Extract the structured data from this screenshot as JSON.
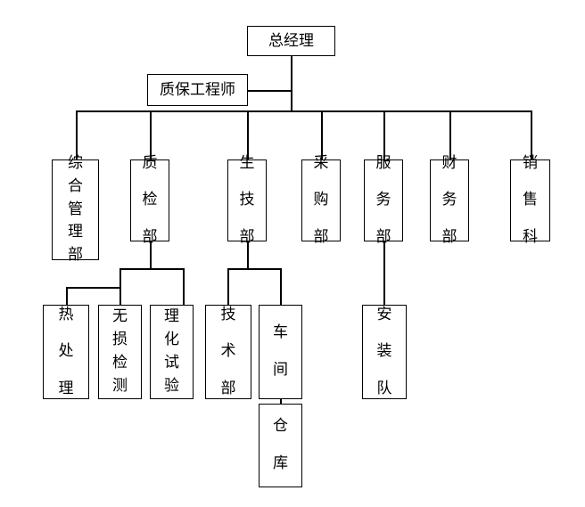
{
  "chart_data": {
    "type": "diagram",
    "title": "",
    "diagram_kind": "organizational-chart",
    "orientation": "top-down",
    "text_direction": "vertical-cjk",
    "colors": {
      "background": "#ffffff",
      "stroke": "#000000",
      "text": "#000000"
    },
    "nodes": [
      {
        "id": "n1",
        "label": "总经理",
        "level": 1
      },
      {
        "id": "n2",
        "label": "质保工程师",
        "level": 2
      },
      {
        "id": "n3",
        "label": "综合管理部",
        "level": 3
      },
      {
        "id": "n4",
        "label": "质检部",
        "level": 3
      },
      {
        "id": "n5",
        "label": "生技部",
        "level": 3
      },
      {
        "id": "n6",
        "label": "采购部",
        "level": 3
      },
      {
        "id": "n7",
        "label": "服务部",
        "level": 3
      },
      {
        "id": "n8",
        "label": "财务部",
        "level": 3
      },
      {
        "id": "n9",
        "label": "销售科",
        "level": 3
      },
      {
        "id": "n10",
        "label": "热处理",
        "level": 4
      },
      {
        "id": "n11",
        "label": "无损检测",
        "level": 4
      },
      {
        "id": "n12",
        "label": "理化试验",
        "level": 4
      },
      {
        "id": "n13",
        "label": "技术部",
        "level": 4
      },
      {
        "id": "n14",
        "label": "车间",
        "level": 4
      },
      {
        "id": "n15",
        "label": "安装队",
        "level": 4
      },
      {
        "id": "n16",
        "label": "仓库",
        "level": 5
      }
    ],
    "edges": [
      {
        "from": "n1",
        "to": "n2"
      },
      {
        "from": "n1",
        "to": "n3"
      },
      {
        "from": "n1",
        "to": "n4"
      },
      {
        "from": "n1",
        "to": "n5"
      },
      {
        "from": "n1",
        "to": "n6"
      },
      {
        "from": "n1",
        "to": "n7"
      },
      {
        "from": "n1",
        "to": "n8"
      },
      {
        "from": "n1",
        "to": "n9"
      },
      {
        "from": "n4",
        "to": "n10"
      },
      {
        "from": "n4",
        "to": "n11"
      },
      {
        "from": "n4",
        "to": "n12"
      },
      {
        "from": "n5",
        "to": "n13"
      },
      {
        "from": "n5",
        "to": "n14"
      },
      {
        "from": "n7",
        "to": "n15"
      },
      {
        "from": "n14",
        "to": "n16"
      }
    ]
  },
  "nodes": {
    "general_manager": "总经理",
    "quality_engineer": "质保工程师",
    "general_admin_dept": "综合管理部",
    "quality_inspection_dept": "质检部",
    "production_tech_dept": "生技部",
    "purchasing_dept": "采购部",
    "service_dept": "服务部",
    "finance_dept": "财务部",
    "sales_section": "销售科",
    "heat_treatment": "热处理",
    "ndt_inspection": "无损检测",
    "physical_chemical_test": "理化试验",
    "technology_dept": "技术部",
    "workshop": "车间",
    "installation_team": "安装队",
    "warehouse": "仓库"
  }
}
